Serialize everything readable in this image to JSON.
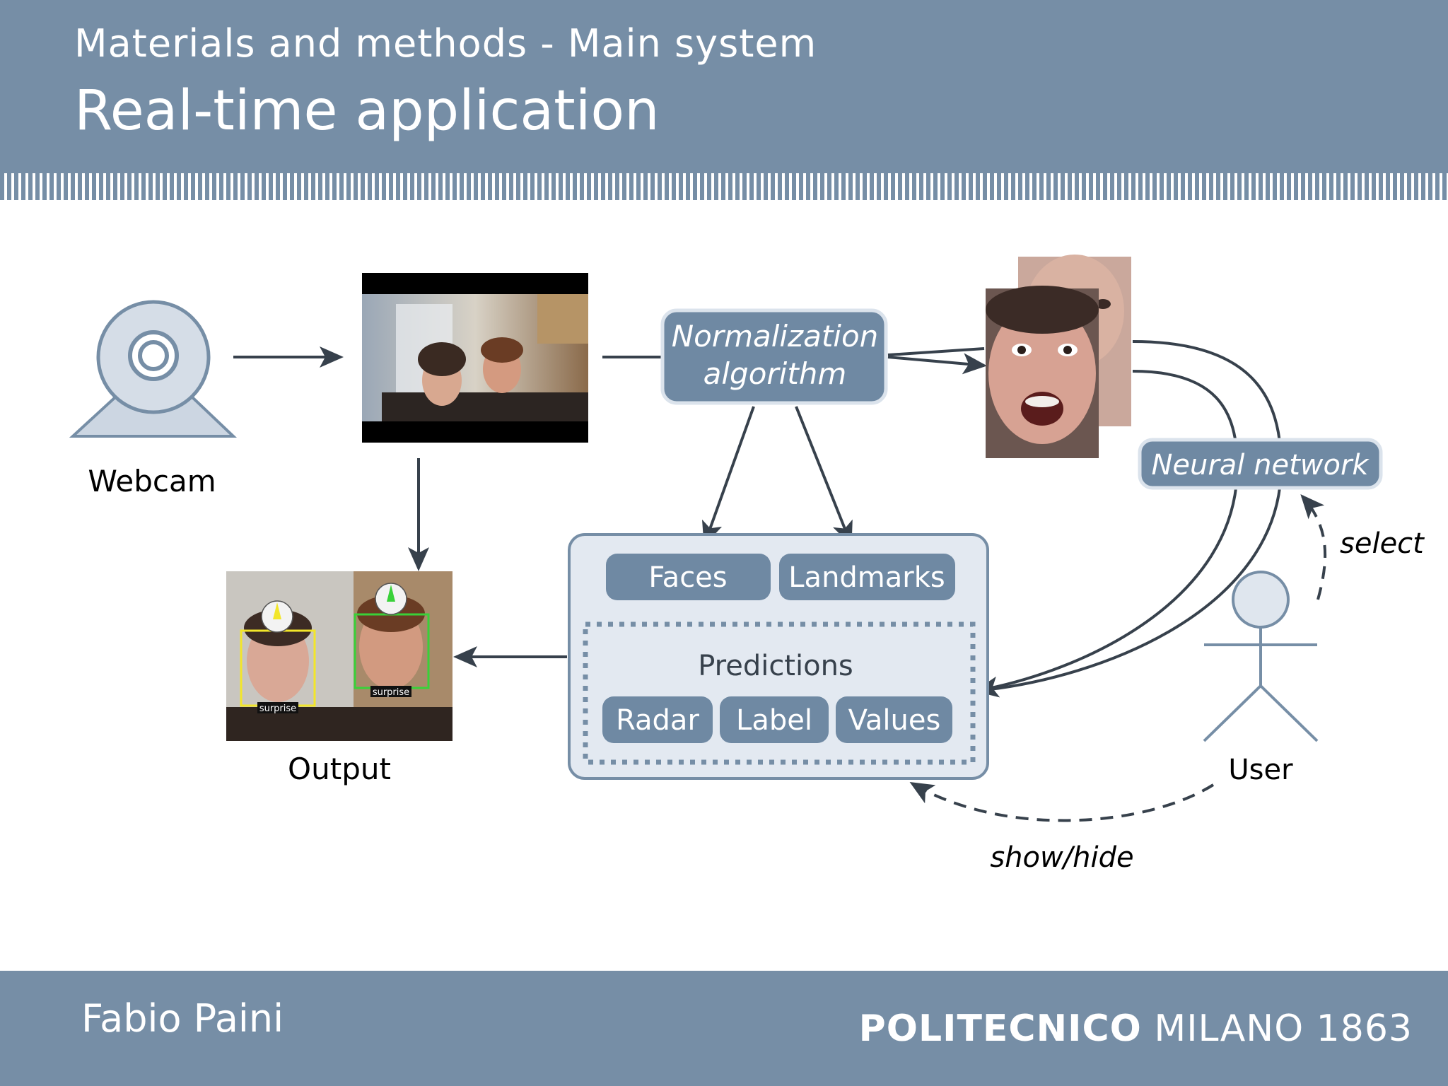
{
  "header": {
    "subtitle": "Materials and methods - Main system",
    "title": "Real-time application"
  },
  "footer": {
    "author": "Fabio Paini",
    "institution_bold": "POLITECNICO",
    "institution_rest": "MILANO 1863"
  },
  "diagram": {
    "webcam_label": "Webcam",
    "normalization_line1": "Normalization",
    "normalization_line2": "algorithm",
    "neural_network": "Neural network",
    "faces": "Faces",
    "landmarks": "Landmarks",
    "predictions": "Predictions",
    "radar": "Radar",
    "label": "Label",
    "values": "Values",
    "output_label": "Output",
    "user_label": "User",
    "select_label": "select",
    "show_hide_label": "show/hide",
    "output_tags": [
      "surprise",
      "surprise"
    ]
  },
  "colors": {
    "banner": "#768ea6",
    "node_fill": "#6f89a3",
    "panel_fill": "#e3e9f1",
    "arrow": "#37414c"
  }
}
